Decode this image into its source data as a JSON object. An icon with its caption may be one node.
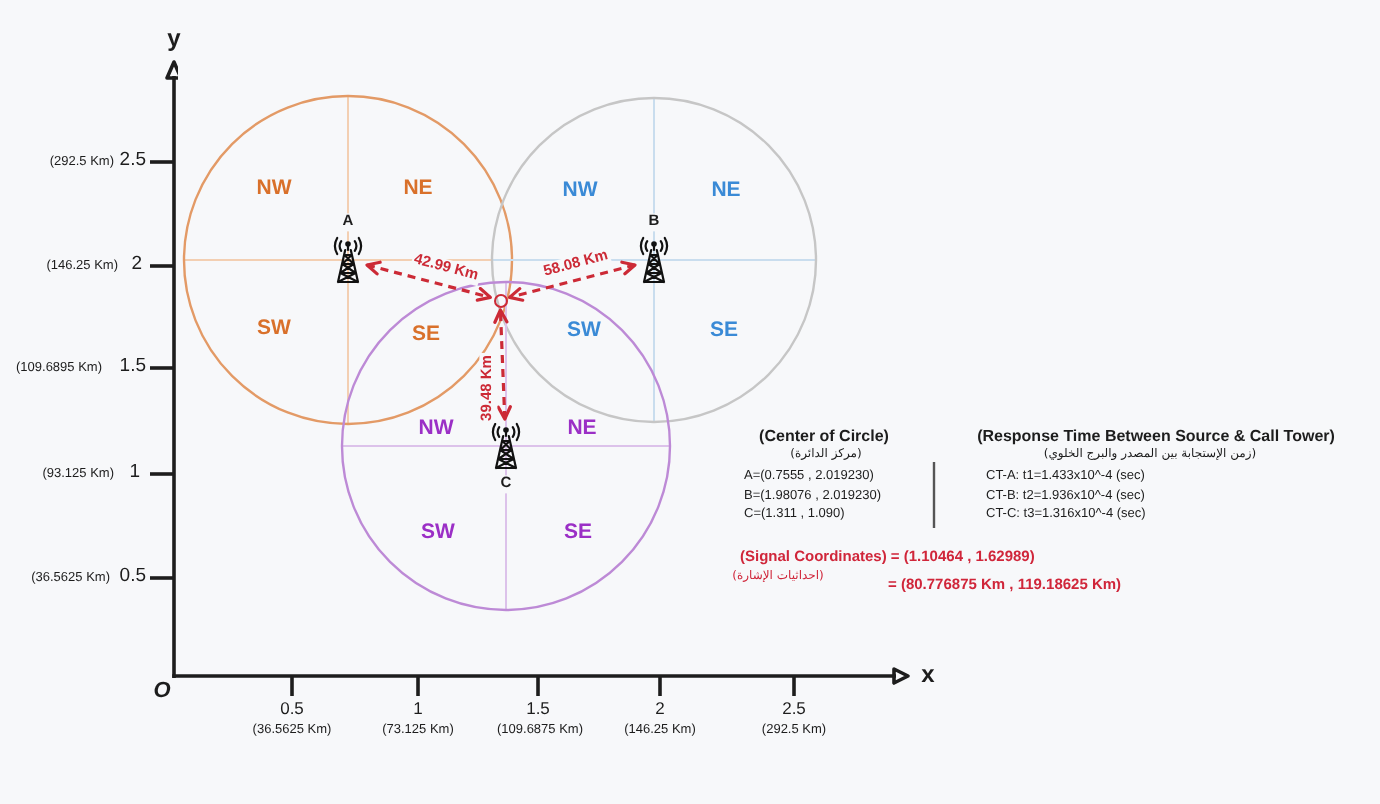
{
  "diagram": {
    "nodes": [
      {
        "text": [
          "NW",
          "NE",
          "SW",
          "SE"
        ]
      },
      {
        "text": [
          "A"
        ],
        "in": 0
      },
      {
        "text": [
          "NW",
          "NE",
          "SW",
          "SE"
        ]
      },
      {
        "text": [
          "B"
        ],
        "in": 2
      },
      {
        "text": [
          "NW",
          "NE",
          "SW",
          "SE"
        ]
      },
      {
        "text": [
          "C"
        ],
        "in": 4
      },
      {
        "text": [],
        "shape": "circle"
      }
    ],
    "edges": [
      {
        "from": 1,
        "to": 6,
        "arrow": "both",
        "label": "42.99 Km",
        "style": "dashed"
      },
      {
        "from": 3,
        "to": 6,
        "arrow": "both",
        "label": "58.08 Km",
        "style": "dashed"
      },
      {
        "from": 5,
        "to": 6,
        "arrow": "both",
        "label": "39.48 Km",
        "style": "dashed"
      }
    ],
    "labels": [
      "y",
      "(292.5 Km)",
      "2.5",
      "(146.25 Km)",
      "2",
      "(109.6895 Km)",
      "1.5",
      "(93.125 Km)",
      "1",
      "(36.5625 Km)",
      "0.5",
      "(Center of Circle)",
      "(مركز الدائرة)",
      "A=(0.7555 , 2.019230)",
      "B=(1.98076 , 2.019230)",
      "C=(1.311 , 1.090)",
      "(Response Time Between Source & Call Tower)",
      "(زمن الإستجابة بين المصدر والبرج الخلوي)",
      "CT-A: t1=1.433x10^-4 (sec)",
      "CT-B: t2=1.936x10^-4 (sec)",
      "CT-C: t3=1.316x10^-4 (sec)",
      "(Signal Coordinates) = (1.10464 , 1.62989)",
      "(احداثيات الإشارة)",
      "= (80.776875 Km , 119.18625 Km)",
      "O",
      "x",
      "0.5",
      "1",
      "1.5",
      "2",
      "2.5",
      "(36.5625 Km)",
      "(73.125 Km)",
      "(109.6875 Km)",
      "(146.25 Km)",
      "(292.5 Km)"
    ]
  }
}
